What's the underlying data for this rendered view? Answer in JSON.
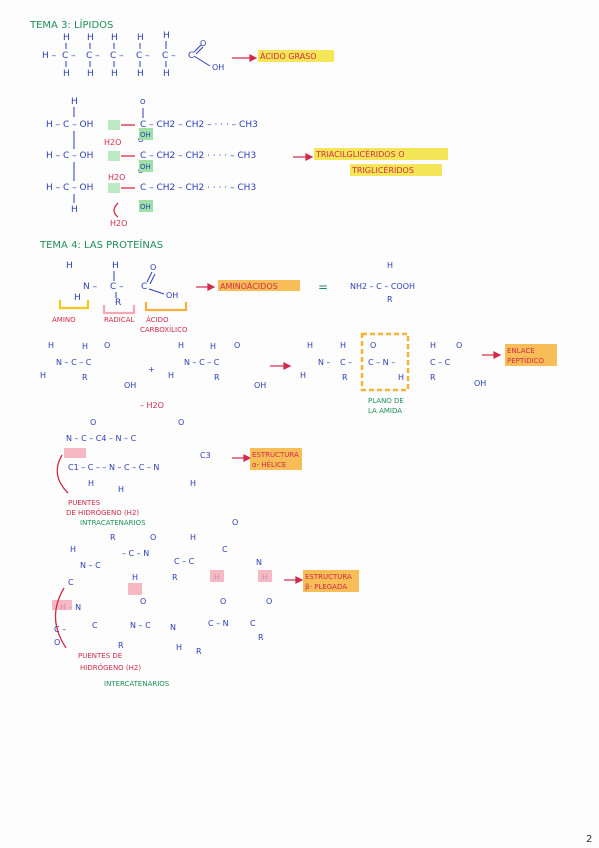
{
  "tema3": {
    "title": "TEMA 3: LÍPIDOS",
    "acido_graso": "ÁCIDO GRASO",
    "trigliceridos_1": "TRIACILGLICÉRIDOS O",
    "trigliceridos_2": "TRIGLICÉRIDOS",
    "water": "H2O"
  },
  "tema4": {
    "title": "TEMA 4: LAS PROTEÍNAS",
    "aminoacidos": "AMINOÁCIDOS",
    "formula": "NH2 – C – COOH",
    "amino": "AMINO",
    "radical": "RADICAL",
    "acido_carboxilico_1": "ÁCIDO",
    "acido_carboxilico_2": "CARBOXÍLICO",
    "minus_water": "– H2O",
    "enlace_peptidico_1": "ENLACE",
    "enlace_peptidico_2": "PEPTÍDICO",
    "plano_amida_1": "PLANO DE",
    "plano_amida_2": "LA AMIDA",
    "alfa_1": "ESTRUCTURA",
    "alfa_2": "α- HÉLICE",
    "puentes_intra_1": "PUENTES",
    "puentes_intra_2": "DE HIDRÓGENO (H2)",
    "puentes_intra_3": "INTRACATENARIOS",
    "beta_1": "ESTRUCTURA",
    "beta_2": "β- PLEGADA",
    "puentes_inter_1": "PUENTES DE",
    "puentes_inter_2": "HIDRÓGENO (H2)",
    "puentes_inter_3": "INTERCATENARIOS"
  },
  "page_number": "2",
  "colors": {
    "ink_blue": "#2a3fb5",
    "ink_green": "#1f8f5a",
    "ink_red": "#d12b4a",
    "highlight_yellow": "#f3e23a",
    "highlight_orange": "#f6b13a",
    "highlight_green": "#9fe0a8",
    "highlight_pink": "#f4a8b4"
  }
}
